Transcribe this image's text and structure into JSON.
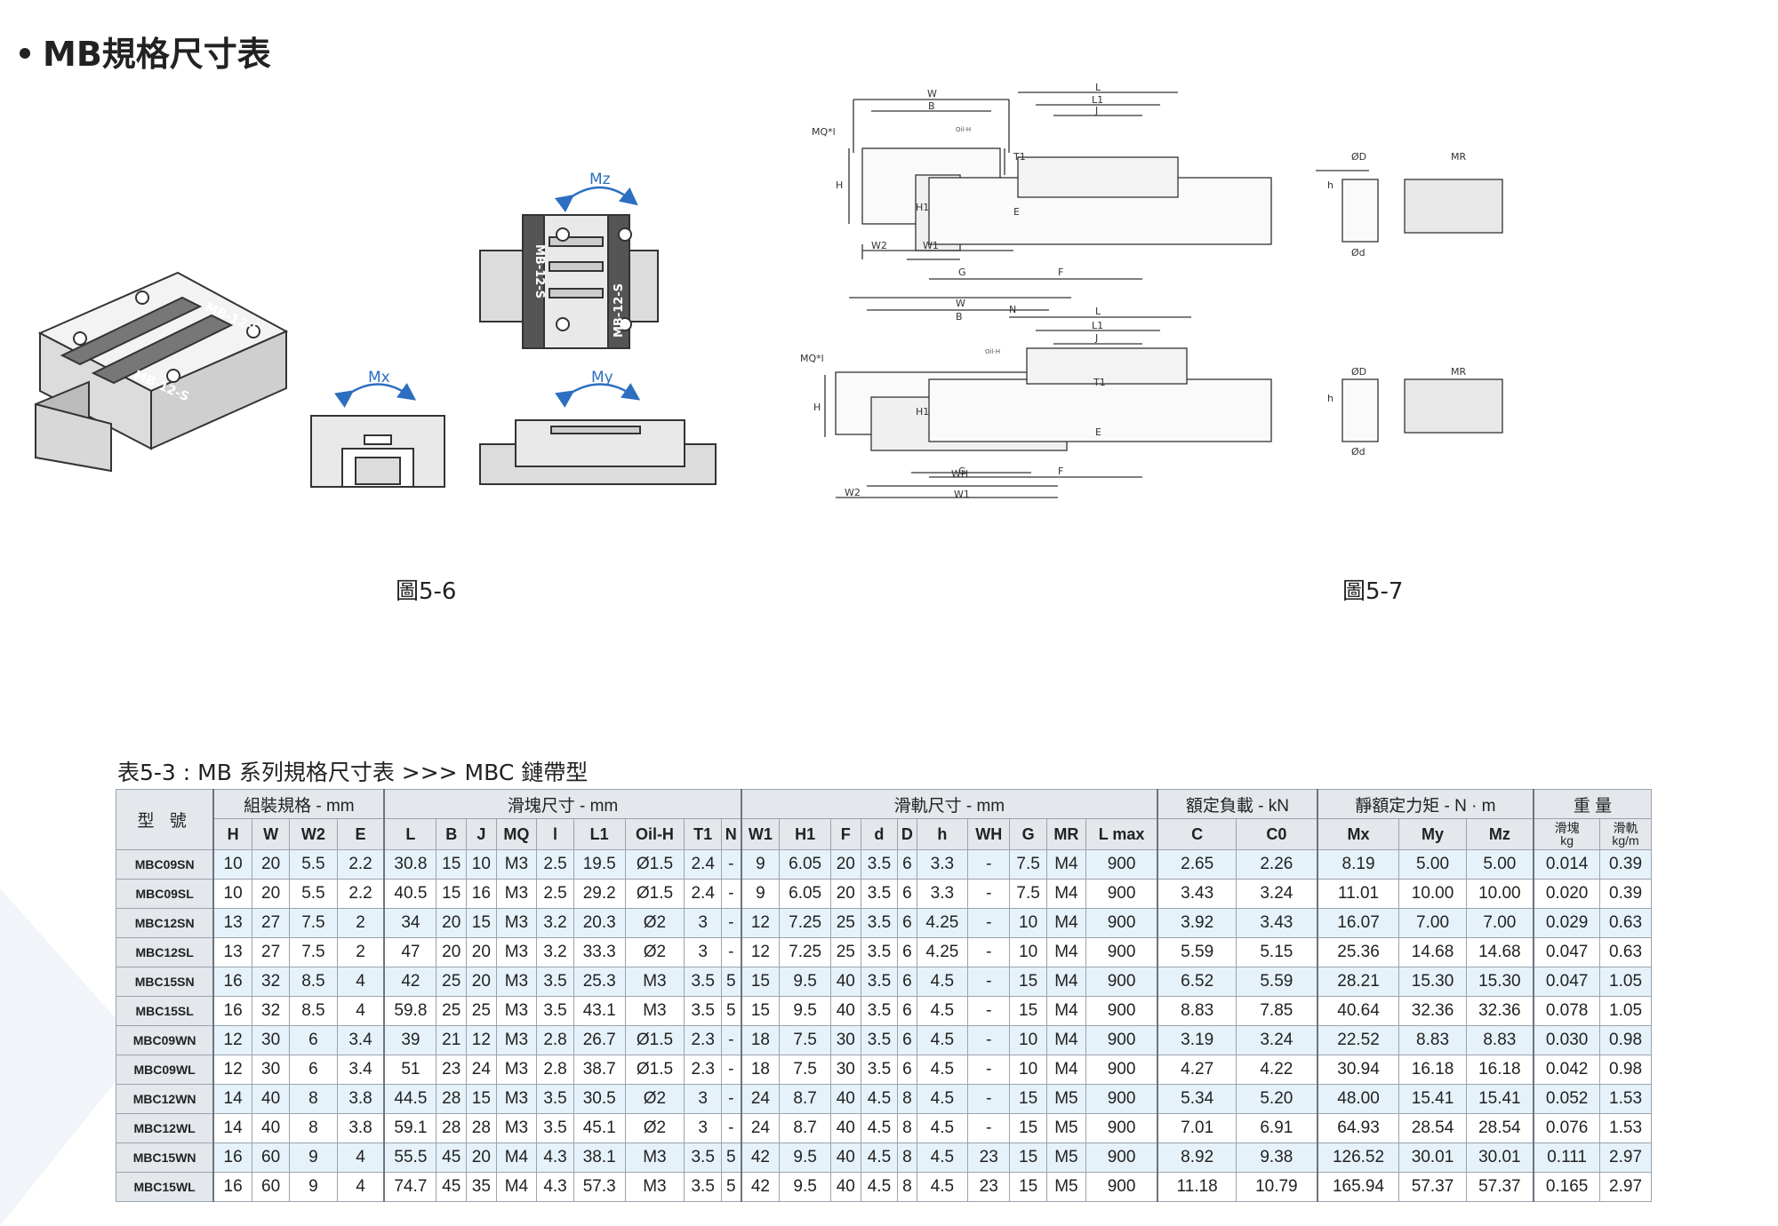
{
  "title": "MB規格尺寸表",
  "figures": {
    "fig56": {
      "caption": "圖5-6",
      "block_marks": [
        "MB-12-S",
        "MB-12-S"
      ],
      "motions": [
        "Mz",
        "Mx",
        "My"
      ]
    },
    "fig57": {
      "caption": "圖5-7",
      "labels": [
        "W",
        "B",
        "MQ*l",
        "Oil-H",
        "T1",
        "H",
        "E",
        "W2",
        "W1",
        "WH",
        "L",
        "L1",
        "J",
        "N",
        "H1",
        "G",
        "F",
        "h",
        "ØD",
        "Ød",
        "MR"
      ]
    }
  },
  "table": {
    "title": "表5-3 : MB 系列規格尺寸表 >>>  MBC 鏈帶型",
    "model_header": "型 號",
    "groups": [
      {
        "label": "組裝規格 - mm",
        "span": 4
      },
      {
        "label": "滑塊尺寸 - mm",
        "span": 9
      },
      {
        "label": "滑軌尺寸 - mm",
        "span": 10
      },
      {
        "label": "額定負載 - kN",
        "span": 2
      },
      {
        "label": "靜額定力矩 - N · m",
        "span": 3
      },
      {
        "label": "重 量",
        "span": 2
      }
    ],
    "columns": [
      "H",
      "W",
      "W2",
      "E",
      "L",
      "B",
      "J",
      "MQ",
      "l",
      "L1",
      "Oil-H",
      "T1",
      "N",
      "W1",
      "H1",
      "F",
      "d",
      "D",
      "h",
      "WH",
      "G",
      "MR",
      "L max",
      "C",
      "C0",
      "Mx",
      "My",
      "Mz",
      "滑塊\nkg",
      "滑軌\nkg/m"
    ],
    "rows": [
      [
        "MBC09SN",
        "10",
        "20",
        "5.5",
        "2.2",
        "30.8",
        "15",
        "10",
        "M3",
        "2.5",
        "19.5",
        "Ø1.5",
        "2.4",
        "-",
        "9",
        "6.05",
        "20",
        "3.5",
        "6",
        "3.3",
        "-",
        "7.5",
        "M4",
        "900",
        "2.65",
        "2.26",
        "8.19",
        "5.00",
        "5.00",
        "0.014",
        "0.39"
      ],
      [
        "MBC09SL",
        "10",
        "20",
        "5.5",
        "2.2",
        "40.5",
        "15",
        "16",
        "M3",
        "2.5",
        "29.2",
        "Ø1.5",
        "2.4",
        "-",
        "9",
        "6.05",
        "20",
        "3.5",
        "6",
        "3.3",
        "-",
        "7.5",
        "M4",
        "900",
        "3.43",
        "3.24",
        "11.01",
        "10.00",
        "10.00",
        "0.020",
        "0.39"
      ],
      [
        "MBC12SN",
        "13",
        "27",
        "7.5",
        "2",
        "34",
        "20",
        "15",
        "M3",
        "3.2",
        "20.3",
        "Ø2",
        "3",
        "-",
        "12",
        "7.25",
        "25",
        "3.5",
        "6",
        "4.25",
        "-",
        "10",
        "M4",
        "900",
        "3.92",
        "3.43",
        "16.07",
        "7.00",
        "7.00",
        "0.029",
        "0.63"
      ],
      [
        "MBC12SL",
        "13",
        "27",
        "7.5",
        "2",
        "47",
        "20",
        "20",
        "M3",
        "3.2",
        "33.3",
        "Ø2",
        "3",
        "-",
        "12",
        "7.25",
        "25",
        "3.5",
        "6",
        "4.25",
        "-",
        "10",
        "M4",
        "900",
        "5.59",
        "5.15",
        "25.36",
        "14.68",
        "14.68",
        "0.047",
        "0.63"
      ],
      [
        "MBC15SN",
        "16",
        "32",
        "8.5",
        "4",
        "42",
        "25",
        "20",
        "M3",
        "3.5",
        "25.3",
        "M3",
        "3.5",
        "5",
        "15",
        "9.5",
        "40",
        "3.5",
        "6",
        "4.5",
        "-",
        "15",
        "M4",
        "900",
        "6.52",
        "5.59",
        "28.21",
        "15.30",
        "15.30",
        "0.047",
        "1.05"
      ],
      [
        "MBC15SL",
        "16",
        "32",
        "8.5",
        "4",
        "59.8",
        "25",
        "25",
        "M3",
        "3.5",
        "43.1",
        "M3",
        "3.5",
        "5",
        "15",
        "9.5",
        "40",
        "3.5",
        "6",
        "4.5",
        "-",
        "15",
        "M4",
        "900",
        "8.83",
        "7.85",
        "40.64",
        "32.36",
        "32.36",
        "0.078",
        "1.05"
      ],
      [
        "MBC09WN",
        "12",
        "30",
        "6",
        "3.4",
        "39",
        "21",
        "12",
        "M3",
        "2.8",
        "26.7",
        "Ø1.5",
        "2.3",
        "-",
        "18",
        "7.5",
        "30",
        "3.5",
        "6",
        "4.5",
        "-",
        "10",
        "M4",
        "900",
        "3.19",
        "3.24",
        "22.52",
        "8.83",
        "8.83",
        "0.030",
        "0.98"
      ],
      [
        "MBC09WL",
        "12",
        "30",
        "6",
        "3.4",
        "51",
        "23",
        "24",
        "M3",
        "2.8",
        "38.7",
        "Ø1.5",
        "2.3",
        "-",
        "18",
        "7.5",
        "30",
        "3.5",
        "6",
        "4.5",
        "-",
        "10",
        "M4",
        "900",
        "4.27",
        "4.22",
        "30.94",
        "16.18",
        "16.18",
        "0.042",
        "0.98"
      ],
      [
        "MBC12WN",
        "14",
        "40",
        "8",
        "3.8",
        "44.5",
        "28",
        "15",
        "M3",
        "3.5",
        "30.5",
        "Ø2",
        "3",
        "-",
        "24",
        "8.7",
        "40",
        "4.5",
        "8",
        "4.5",
        "-",
        "15",
        "M5",
        "900",
        "5.34",
        "5.20",
        "48.00",
        "15.41",
        "15.41",
        "0.052",
        "1.53"
      ],
      [
        "MBC12WL",
        "14",
        "40",
        "8",
        "3.8",
        "59.1",
        "28",
        "28",
        "M3",
        "3.5",
        "45.1",
        "Ø2",
        "3",
        "-",
        "24",
        "8.7",
        "40",
        "4.5",
        "8",
        "4.5",
        "-",
        "15",
        "M5",
        "900",
        "7.01",
        "6.91",
        "64.93",
        "28.54",
        "28.54",
        "0.076",
        "1.53"
      ],
      [
        "MBC15WN",
        "16",
        "60",
        "9",
        "4",
        "55.5",
        "45",
        "20",
        "M4",
        "4.3",
        "38.1",
        "M3",
        "3.5",
        "5",
        "42",
        "9.5",
        "40",
        "4.5",
        "8",
        "4.5",
        "23",
        "15",
        "M5",
        "900",
        "8.92",
        "9.38",
        "126.52",
        "30.01",
        "30.01",
        "0.111",
        "2.97"
      ],
      [
        "MBC15WL",
        "16",
        "60",
        "9",
        "4",
        "74.7",
        "45",
        "35",
        "M4",
        "4.3",
        "57.3",
        "M3",
        "3.5",
        "5",
        "42",
        "9.5",
        "40",
        "4.5",
        "8",
        "4.5",
        "23",
        "15",
        "M5",
        "900",
        "11.18",
        "10.79",
        "165.94",
        "57.37",
        "57.37",
        "0.165",
        "2.97"
      ]
    ]
  }
}
